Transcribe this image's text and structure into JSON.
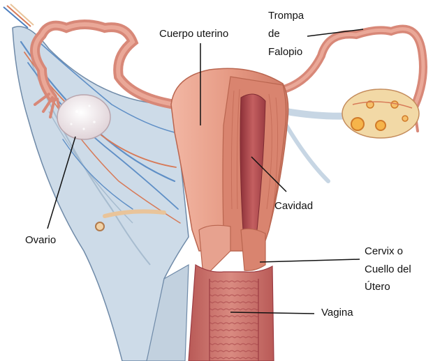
{
  "labels": {
    "cuerpo": "Cuerpo uterino",
    "trompa": [
      "Trompa",
      "de",
      "Falopio"
    ],
    "cavidad": "Cavidad",
    "ovario": "Ovario",
    "cervix": [
      "Cervix o",
      "Cuello del",
      "Útero"
    ],
    "vagina": "Vagina"
  },
  "colors": {
    "uterus": "#e69a84",
    "uterus_dark": "#c9705d",
    "cavity": "#b64f52",
    "ligament": "#c7d6e4",
    "ovary": "#f3eef0",
    "tube": "#d88878",
    "vessel_blue": "#5f8fc6",
    "vessel_red": "#d77a58",
    "leader": "#111111"
  }
}
